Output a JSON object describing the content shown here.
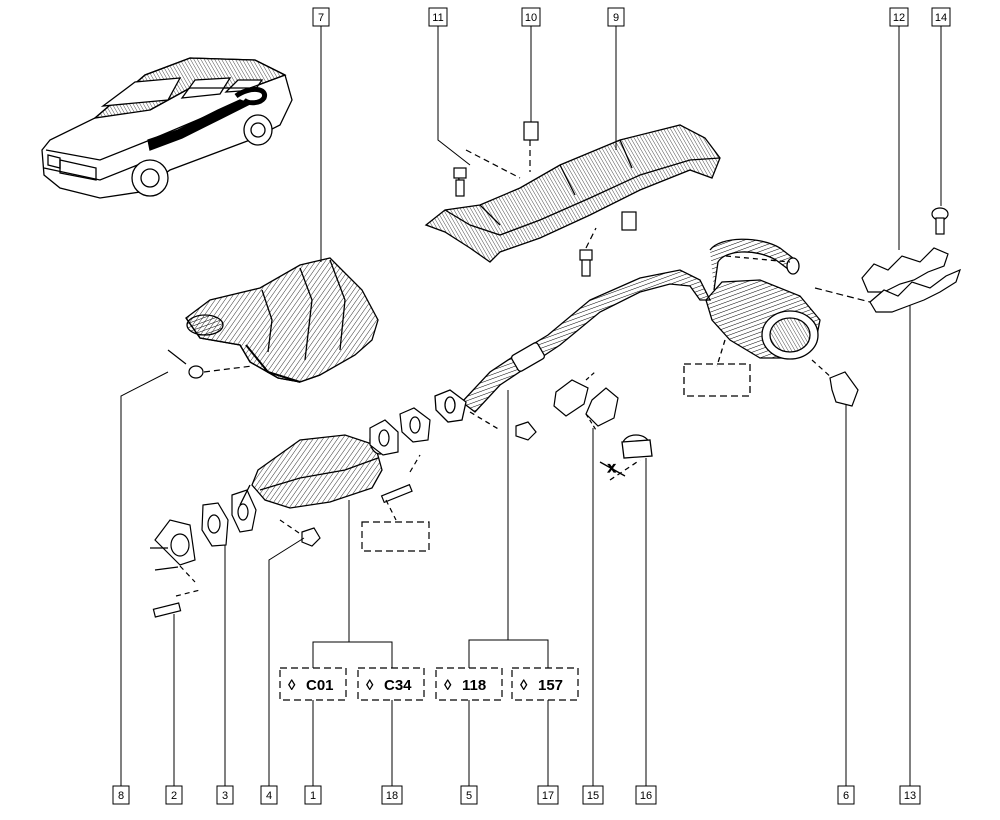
{
  "diagram": {
    "top_labels": [
      "7",
      "11",
      "10",
      "9",
      "12",
      "14"
    ],
    "bottom_labels": [
      "8",
      "2",
      "3",
      "4",
      "1",
      "18",
      "5",
      "17",
      "15",
      "16",
      "6",
      "13"
    ],
    "codes": [
      {
        "diamond": "◊",
        "text": "C01"
      },
      {
        "diamond": "◊",
        "text": "C34"
      },
      {
        "diamond": "◊",
        "text": "118"
      },
      {
        "diamond": "◊",
        "text": "157"
      }
    ],
    "clamp_mark": "X"
  }
}
